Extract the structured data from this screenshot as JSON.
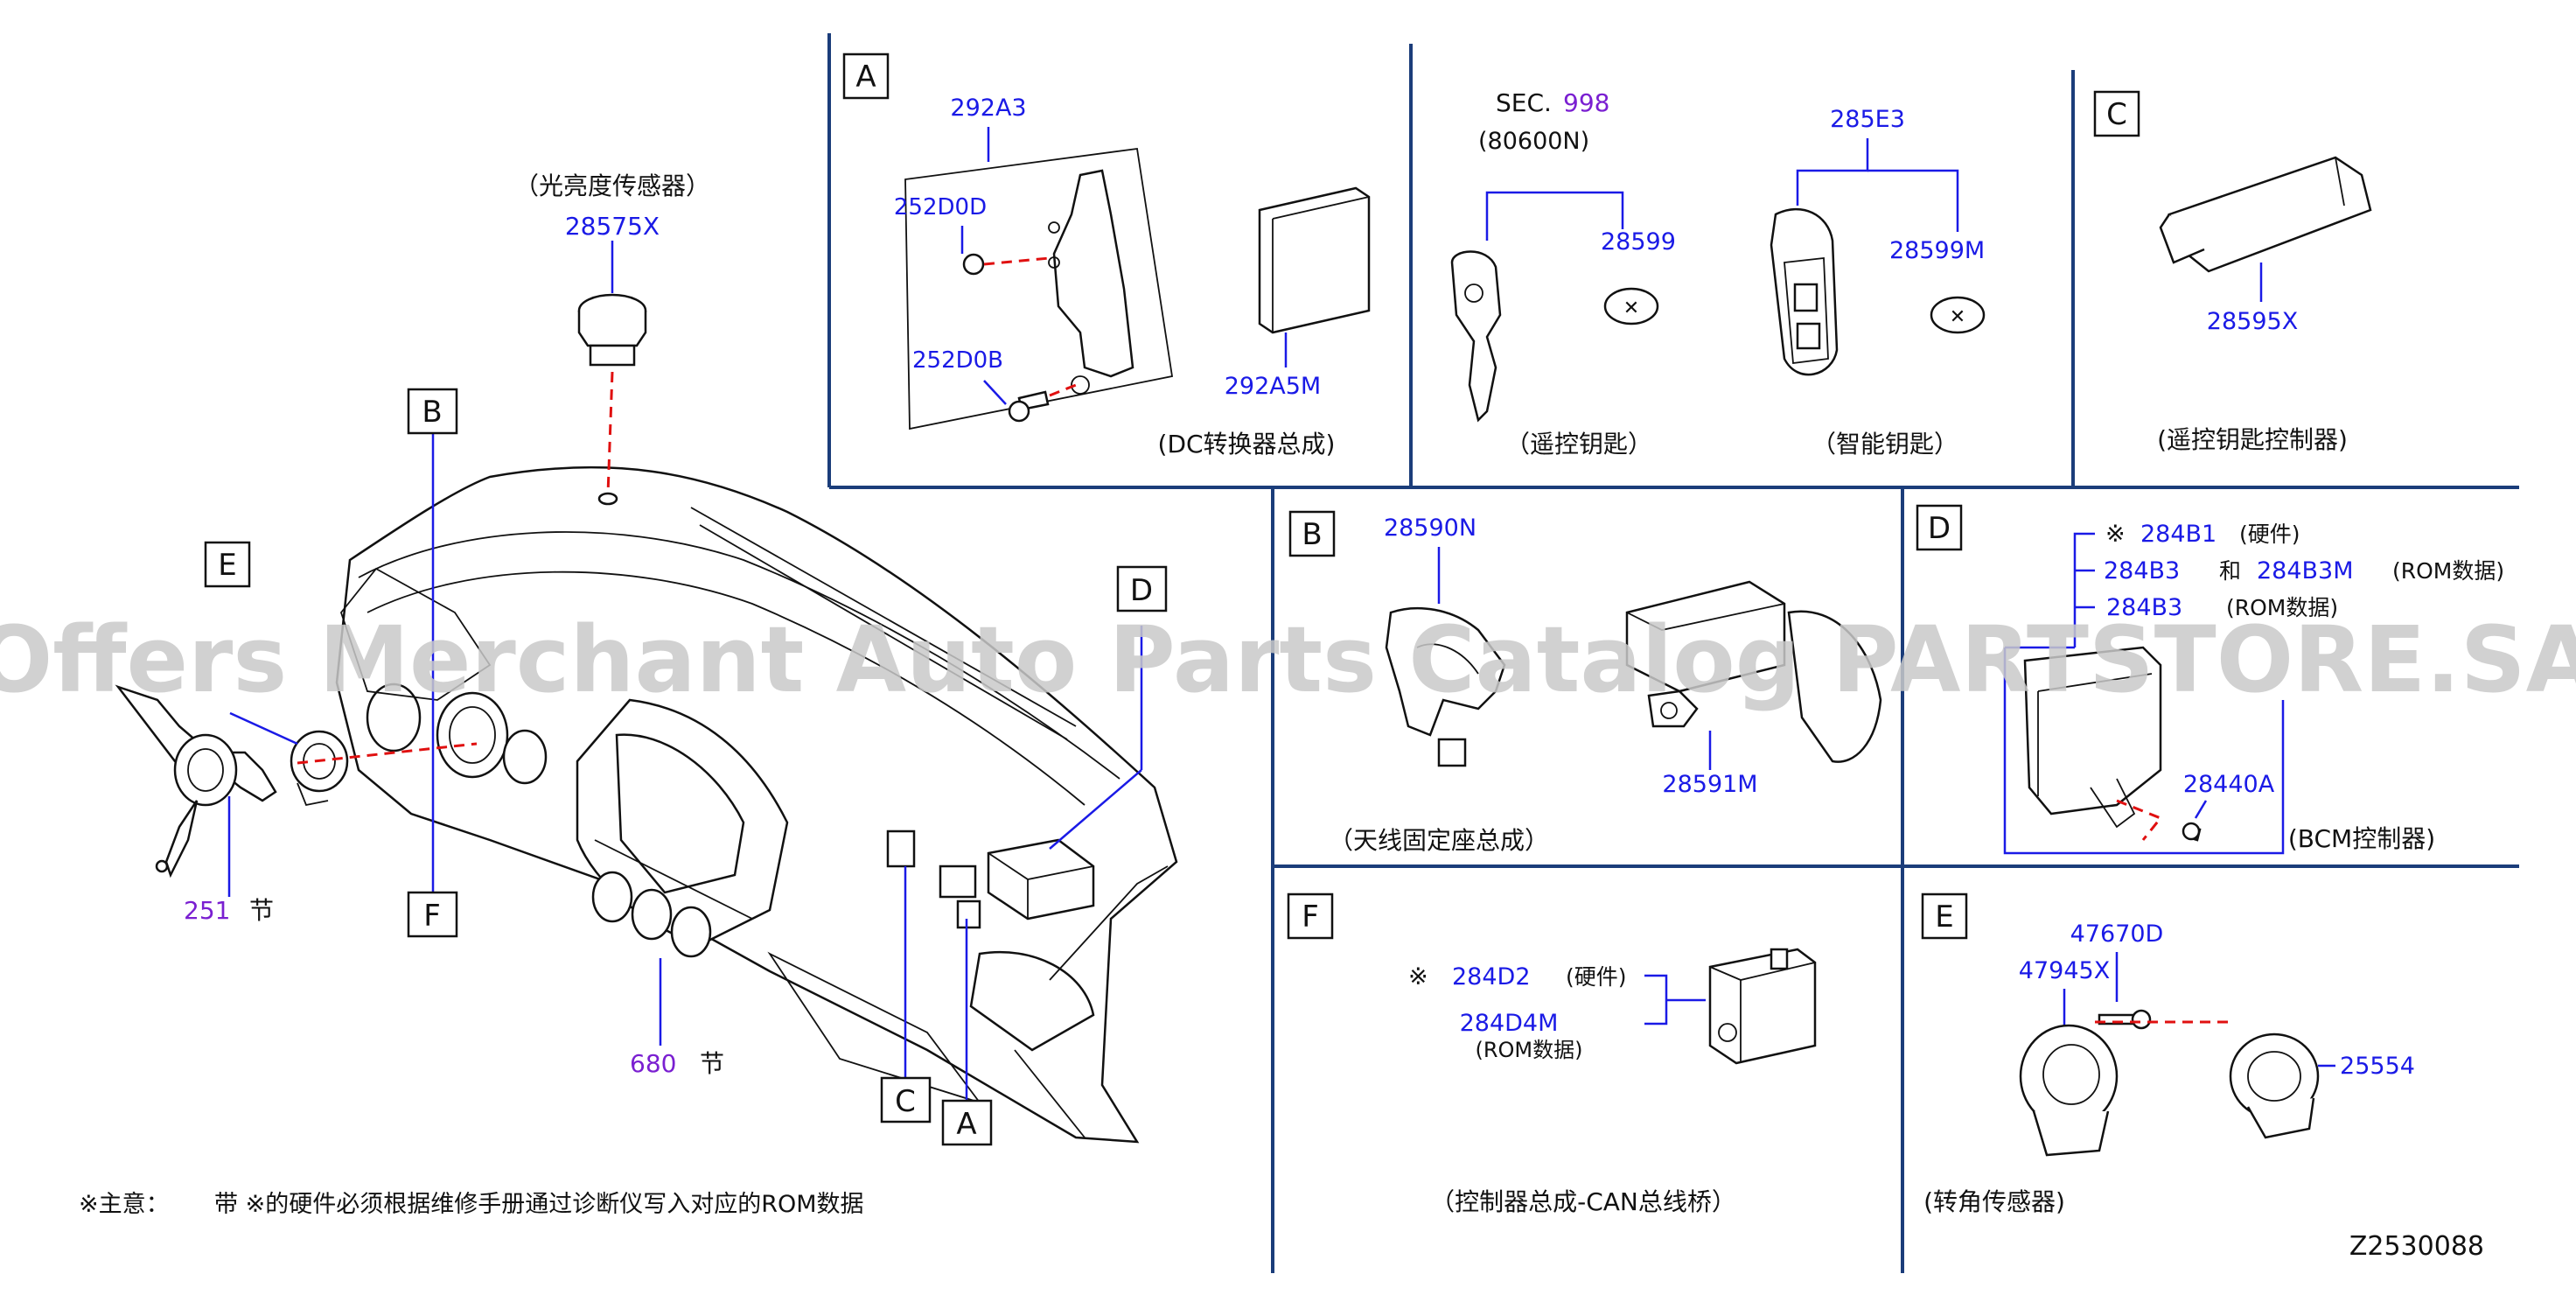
{
  "diagram": {
    "watermark": "Offers Merchant Auto Parts Catalog PARTSTORE.SA",
    "drawing_code": "Z2530088",
    "footnote": {
      "mark": "※主意：",
      "text": "带  ※的硬件必须根据维修手册通过诊断仪写入对应的ROM数据"
    },
    "main": {
      "sensor_caption": "（光亮度传感器）",
      "sensor_part": "28575X",
      "switch_part": "251",
      "switch_suffix": "节",
      "dash_part": "680",
      "dash_suffix": "节",
      "callouts": [
        "A",
        "B",
        "C",
        "D",
        "E",
        "F"
      ]
    },
    "panel_A": {
      "letter": "A",
      "parts": [
        "292A3",
        "252D0D",
        "252D0B",
        "292A5M"
      ],
      "caption": "(DC转换器总成)"
    },
    "panel_keys": {
      "sec_prefix": "SEC.",
      "sec_number": "998",
      "sec_sub": "(80600N)",
      "remote_battery": "28599",
      "remote_caption": "（遥控钥匙）",
      "smart_part": "285E3",
      "smart_battery": "28599M",
      "smart_caption": "（智能钥匙）"
    },
    "panel_C": {
      "letter": "C",
      "part": "28595X",
      "caption": "(遥控钥匙控制器)"
    },
    "panel_B": {
      "letter": "B",
      "parts": [
        "28590N",
        "28591M"
      ],
      "caption": "（天线固定座总成）"
    },
    "panel_D": {
      "letter": "D",
      "mark": "※",
      "part1": "284B1",
      "note1": "(硬件)",
      "part2": "284B3",
      "and": "和",
      "part3": "284B3M",
      "note2": "(ROM数据)",
      "part4": "284B3",
      "note3": "(ROM数据)",
      "part5": "28440A",
      "caption": "(BCM控制器)"
    },
    "panel_F": {
      "letter": "F",
      "mark": "※",
      "part1": "284D2",
      "note1": "(硬件)",
      "part2": "284D4M",
      "note2": "(ROM数据)",
      "caption": "（控制器总成-CAN总线桥）"
    },
    "panel_E": {
      "letter": "E",
      "parts": [
        "47945X",
        "47670D",
        "25554"
      ],
      "caption": "(转角传感器)"
    },
    "colors": {
      "part_number": "#1a1ae6",
      "section_number": "#7a1fd1",
      "frame": "#1b3d7a",
      "connector_dash": "#e01010"
    }
  }
}
